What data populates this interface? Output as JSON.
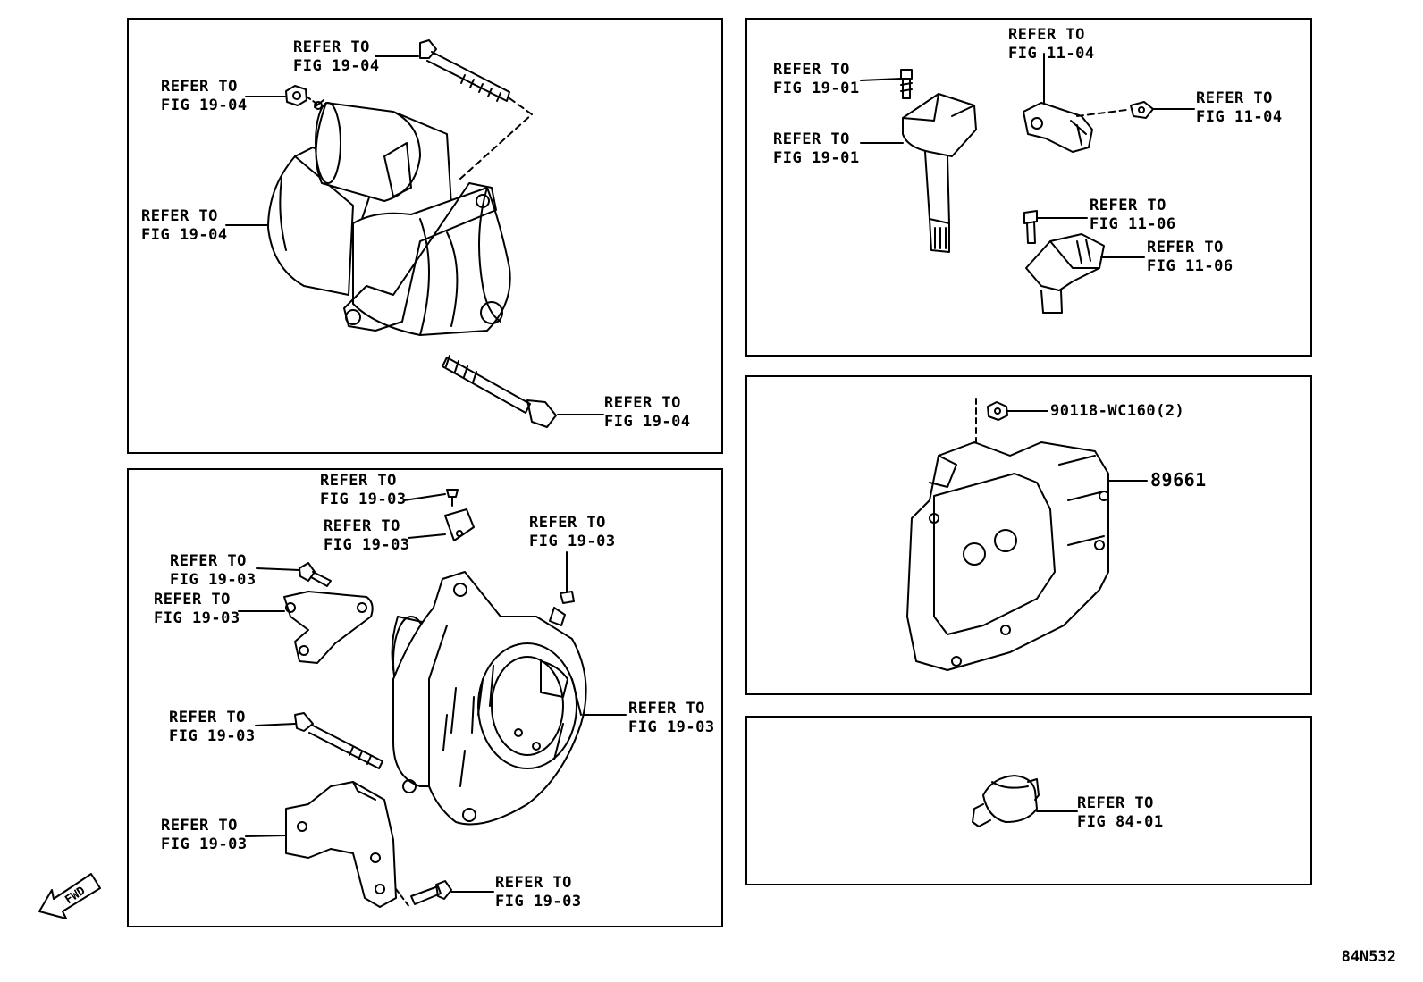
{
  "panels": {
    "starter": {
      "labels": [
        {
          "line1": "REFER TO",
          "line2": "FIG 19-04"
        },
        {
          "line1": "REFER TO",
          "line2": "FIG 19-04"
        },
        {
          "line1": "REFER TO",
          "line2": "FIG 19-04"
        },
        {
          "line1": "REFER TO",
          "line2": "FIG 19-04"
        }
      ]
    },
    "alternator": {
      "labels": [
        {
          "line1": "REFER TO",
          "line2": "FIG 19-03"
        },
        {
          "line1": "REFER TO",
          "line2": "FIG 19-03"
        },
        {
          "line1": "REFER TO",
          "line2": "FIG 19-03"
        },
        {
          "line1": "REFER TO",
          "line2": "FIG 19-03"
        },
        {
          "line1": "REFER TO",
          "line2": "FIG 19-03"
        },
        {
          "line1": "REFER TO",
          "line2": "FIG 19-03"
        },
        {
          "line1": "REFER TO",
          "line2": "FIG 19-03"
        },
        {
          "line1": "REFER TO",
          "line2": "FIG 19-03"
        },
        {
          "line1": "REFER TO",
          "line2": "FIG 19-03"
        }
      ]
    },
    "ignition": {
      "labels": [
        {
          "line1": "REFER TO",
          "line2": "FIG 19-01"
        },
        {
          "line1": "REFER TO",
          "line2": "FIG 19-01"
        },
        {
          "line1": "REFER TO",
          "line2": "FIG 11-04"
        },
        {
          "line1": "REFER TO",
          "line2": "FIG 11-04"
        },
        {
          "line1": "REFER TO",
          "line2": "FIG 11-06"
        },
        {
          "line1": "REFER TO",
          "line2": "FIG 11-06"
        }
      ]
    },
    "ecu": {
      "nut_part": "90118-WC160(2)",
      "ecu_part": "89661"
    },
    "oil_switch": {
      "labels": [
        {
          "line1": "REFER TO",
          "line2": "FIG 84-01"
        }
      ]
    }
  },
  "fwd_label": "FWD",
  "diagram_code": "84N532",
  "icons": [
    "starter-motor-icon",
    "alternator-icon",
    "ignition-coil-icon",
    "cam-sensor-icon",
    "crank-sensor-icon",
    "ecu-icon",
    "oil-pressure-switch-icon",
    "bolt-icon",
    "nut-icon",
    "bracket-icon",
    "fwd-arrow-icon"
  ]
}
